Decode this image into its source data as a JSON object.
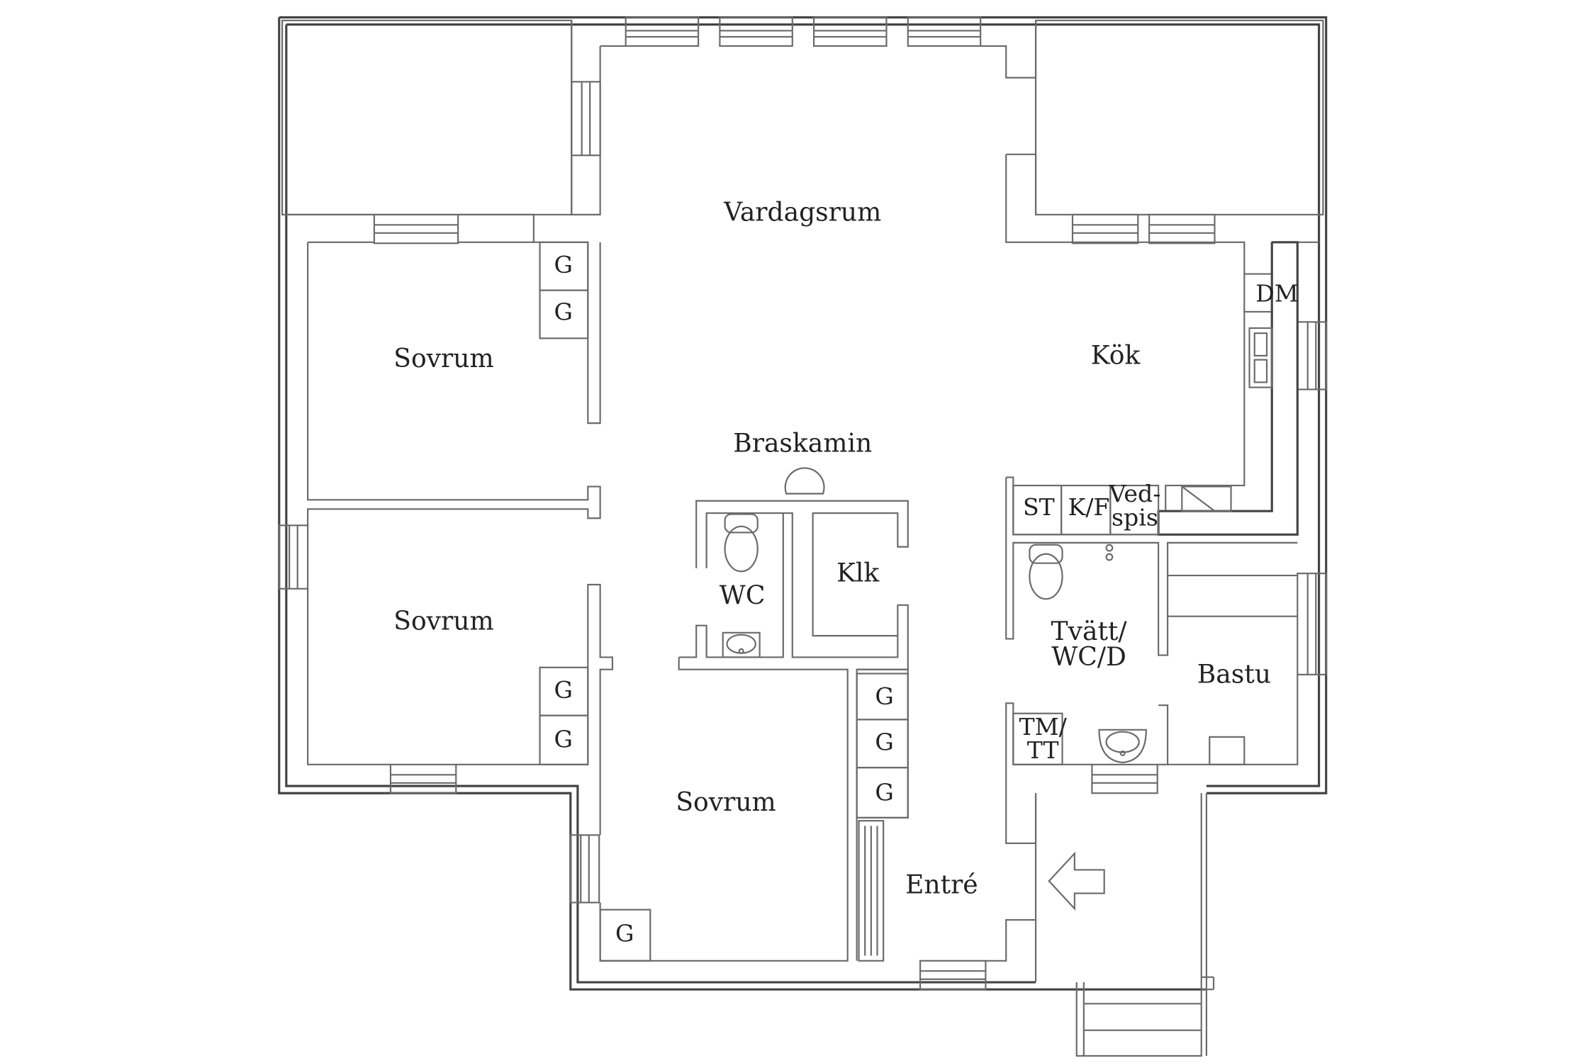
{
  "floor_plan": {
    "rooms": {
      "vardagsrum": "Vardagsrum",
      "kok": "Kök",
      "braskamin": "Braskamin",
      "sovrum_top": "Sovrum",
      "sovrum_mid": "Sovrum",
      "sovrum_bottom": "Sovrum",
      "wc": "WC",
      "klk": "Klk",
      "tvatt_line1": "Tvätt/",
      "tvatt_line2": "WC/D",
      "bastu": "Bastu",
      "entre": "Entré"
    },
    "fixtures": {
      "wardrobe": "G",
      "dishwasher": "DM",
      "stove": "ST",
      "fridge_freezer": "K/F",
      "woodstove_line1": "Ved-",
      "woodstove_line2": "spis",
      "washer_line1": "TM/",
      "washer_line2": "TT"
    }
  },
  "colors": {
    "line": "#444444",
    "background": "#ffffff",
    "text": "#222222"
  }
}
